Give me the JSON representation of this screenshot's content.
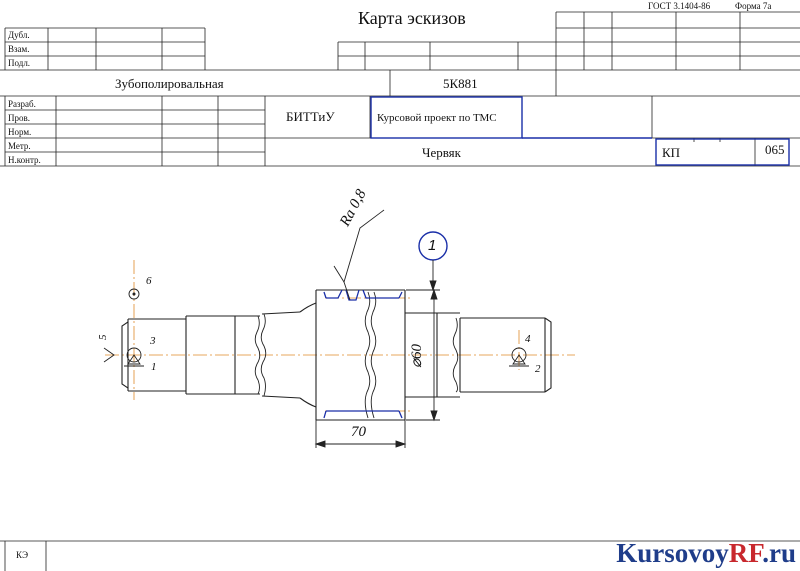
{
  "header": {
    "title": "Карта эскизов",
    "gost": "ГОСТ  3.1404-86",
    "form": "Форма  7а"
  },
  "left_rows_top": [
    "Дубл.",
    "Взам.",
    "Подл."
  ],
  "operation": "Зубополировальная",
  "machine": "5К881",
  "signatures": [
    "Разраб.",
    "Пров.",
    "Норм.",
    "Метр.",
    "Н.контр."
  ],
  "organization": "БИТТиУ",
  "project": "Курсовой проект по ТМС",
  "part_name": "Червяк",
  "doc_code": "КП",
  "op_number": "065",
  "footer_label": "КЭ",
  "drawing": {
    "roughness": "Ra 0,8",
    "callout": "1",
    "diameter": "⌀60",
    "length": "70",
    "base_numbers": [
      "1",
      "2",
      "3",
      "4",
      "5",
      "6"
    ]
  },
  "watermark": {
    "main": "Kursovoy",
    "accent": "RF",
    "suffix": ".ru"
  },
  "colors": {
    "frame": "#222222",
    "blue": "#1a2fa8",
    "axis": "#e08a2a"
  }
}
